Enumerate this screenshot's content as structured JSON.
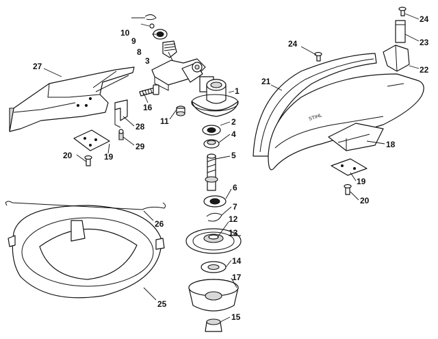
{
  "callouts": {
    "c1": "1",
    "c2": "2",
    "c3": "3",
    "c4": "4",
    "c5": "5",
    "c6": "6",
    "c7": "7",
    "c8": "8",
    "c9": "9",
    "c10": "10",
    "c11": "11",
    "c12": "12",
    "c13": "13",
    "c14": "14",
    "c15": "15",
    "c16": "16",
    "c17": "17",
    "c18": "18",
    "c19a": "19",
    "c19b": "19",
    "c20a": "20",
    "c20b": "20",
    "c21": "21",
    "c22": "22",
    "c23": "23",
    "c24a": "24",
    "c24b": "24",
    "c25": "25",
    "c26": "26",
    "c27": "27",
    "c28": "28",
    "c29": "29"
  },
  "embossed_text": "STIHL"
}
